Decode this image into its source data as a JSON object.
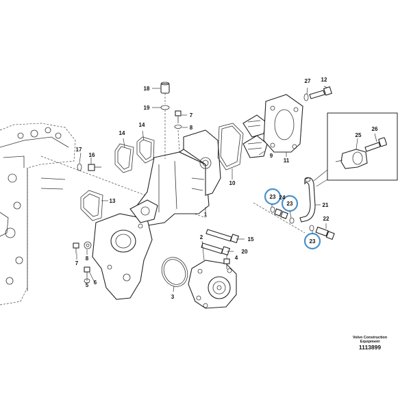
{
  "callouts": [
    {
      "id": "c1",
      "text": "1"
    },
    {
      "id": "c2",
      "text": "2"
    },
    {
      "id": "c3",
      "text": "3"
    },
    {
      "id": "c4",
      "text": "4"
    },
    {
      "id": "c5",
      "text": "5"
    },
    {
      "id": "c6",
      "text": "6"
    },
    {
      "id": "c7a",
      "text": "7"
    },
    {
      "id": "c7b",
      "text": "7"
    },
    {
      "id": "c8a",
      "text": "8"
    },
    {
      "id": "c8b",
      "text": "8"
    },
    {
      "id": "c9",
      "text": "9"
    },
    {
      "id": "c10",
      "text": "10"
    },
    {
      "id": "c11",
      "text": "11"
    },
    {
      "id": "c12",
      "text": "12"
    },
    {
      "id": "c13",
      "text": "13"
    },
    {
      "id": "c14a",
      "text": "14"
    },
    {
      "id": "c14b",
      "text": "14"
    },
    {
      "id": "c15",
      "text": "15"
    },
    {
      "id": "c16",
      "text": "16"
    },
    {
      "id": "c17",
      "text": "17"
    },
    {
      "id": "c18",
      "text": "18"
    },
    {
      "id": "c19",
      "text": "19"
    },
    {
      "id": "c20",
      "text": "20"
    },
    {
      "id": "c21",
      "text": "21"
    },
    {
      "id": "c22",
      "text": "22"
    },
    {
      "id": "c23a",
      "text": "23"
    },
    {
      "id": "c23b",
      "text": "23"
    },
    {
      "id": "c23c",
      "text": "23"
    },
    {
      "id": "c24",
      "text": "24"
    },
    {
      "id": "c25",
      "text": "25"
    },
    {
      "id": "c26",
      "text": "26"
    },
    {
      "id": "c27",
      "text": "27"
    }
  ],
  "footer": {
    "brand_line1": "Volvo Construction",
    "brand_line2": "Equipment",
    "drawing_number": "1113899"
  },
  "colors": {
    "highlight": "#4a90c8",
    "line": "#222222",
    "background": "#ffffff"
  }
}
